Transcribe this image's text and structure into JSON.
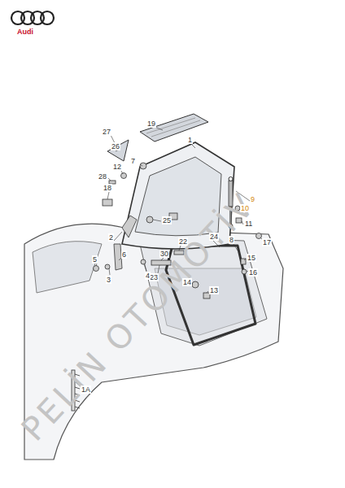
{
  "diagram": {
    "labels": [
      "Audi",
      "27",
      "19",
      "26",
      "1",
      "7",
      "12",
      "28",
      "18",
      "25",
      "9",
      "10",
      "11",
      "2",
      "6",
      "5",
      "3",
      "22",
      "30",
      "23",
      "24",
      "8",
      "17",
      "14",
      "13",
      "15",
      "16",
      "4",
      "1A",
      "PELİN OTOMOTİV"
    ]
  }
}
